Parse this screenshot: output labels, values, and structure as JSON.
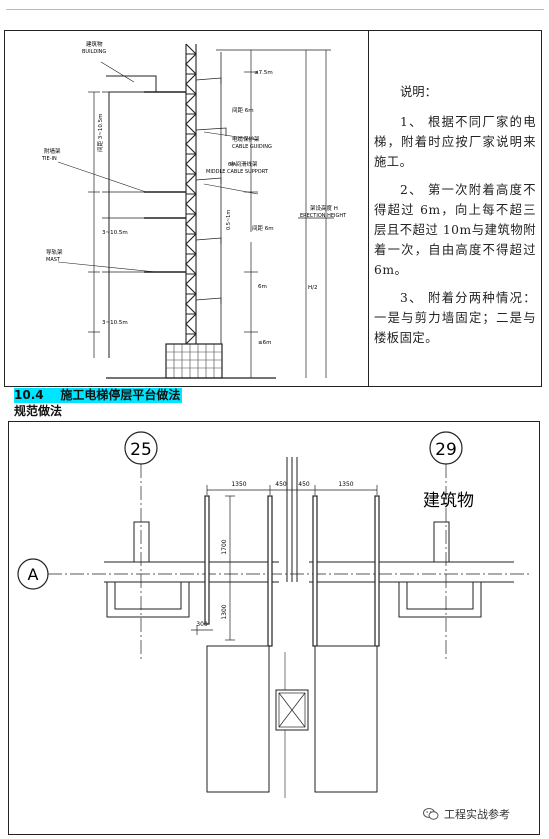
{
  "section": {
    "number": "10.4",
    "title": "施工电梯停层平台做法",
    "subtitle": "规范做法"
  },
  "diagram1": {
    "labels": {
      "building_cn": "建筑物",
      "building_en": "BUILDING",
      "tie_in_cn": "附墙架",
      "tie_in_en": "TIE-IN",
      "mast_cn": "导轨架",
      "mast_en": "MAST",
      "cable_guiding_cn": "电缆保护架",
      "cable_guiding_en": "CABLE GUIDING",
      "middle_cable_cn": "中间滑线架",
      "middle_cable_en": "MIDDLE CABLE SUPPORT",
      "erection_cn": "架设高度 H",
      "erection_en": "ERECTION HEIGHT"
    },
    "dims": {
      "d1": "≤7.5m",
      "d2": "间距 6m",
      "d3": "6m",
      "d4": "0.5~1m",
      "d5": "间距 6m",
      "d6": "6m",
      "d7": "≤6m",
      "d8": "H/2",
      "left1": "3~10.5m",
      "left2": "3~10.5m",
      "left3": "间距 3~10.5m"
    }
  },
  "notes": {
    "heading": "说明：",
    "items": [
      "1、 根据不同厂家的电梯，附着时应按厂家说明来施工。",
      "2、 第一次附着高度不得超过 6m，向上每不超三层且不超过 10m与建筑物附着一次，自由高度不得超过 6m。",
      "3、 附着分两种情况：一是与剪力墙固定；二是与楼板固定。"
    ]
  },
  "diagram2": {
    "axis_25": "25",
    "axis_29": "29",
    "axis_A": "A",
    "building": "建筑物",
    "dim_1350a": "1350",
    "dim_450a": "450",
    "dim_450b": "450",
    "dim_1350b": "1350",
    "dim_1700": "1700",
    "dim_1300": "1300",
    "dim_300": "300"
  },
  "watermark": "工程实战参考"
}
